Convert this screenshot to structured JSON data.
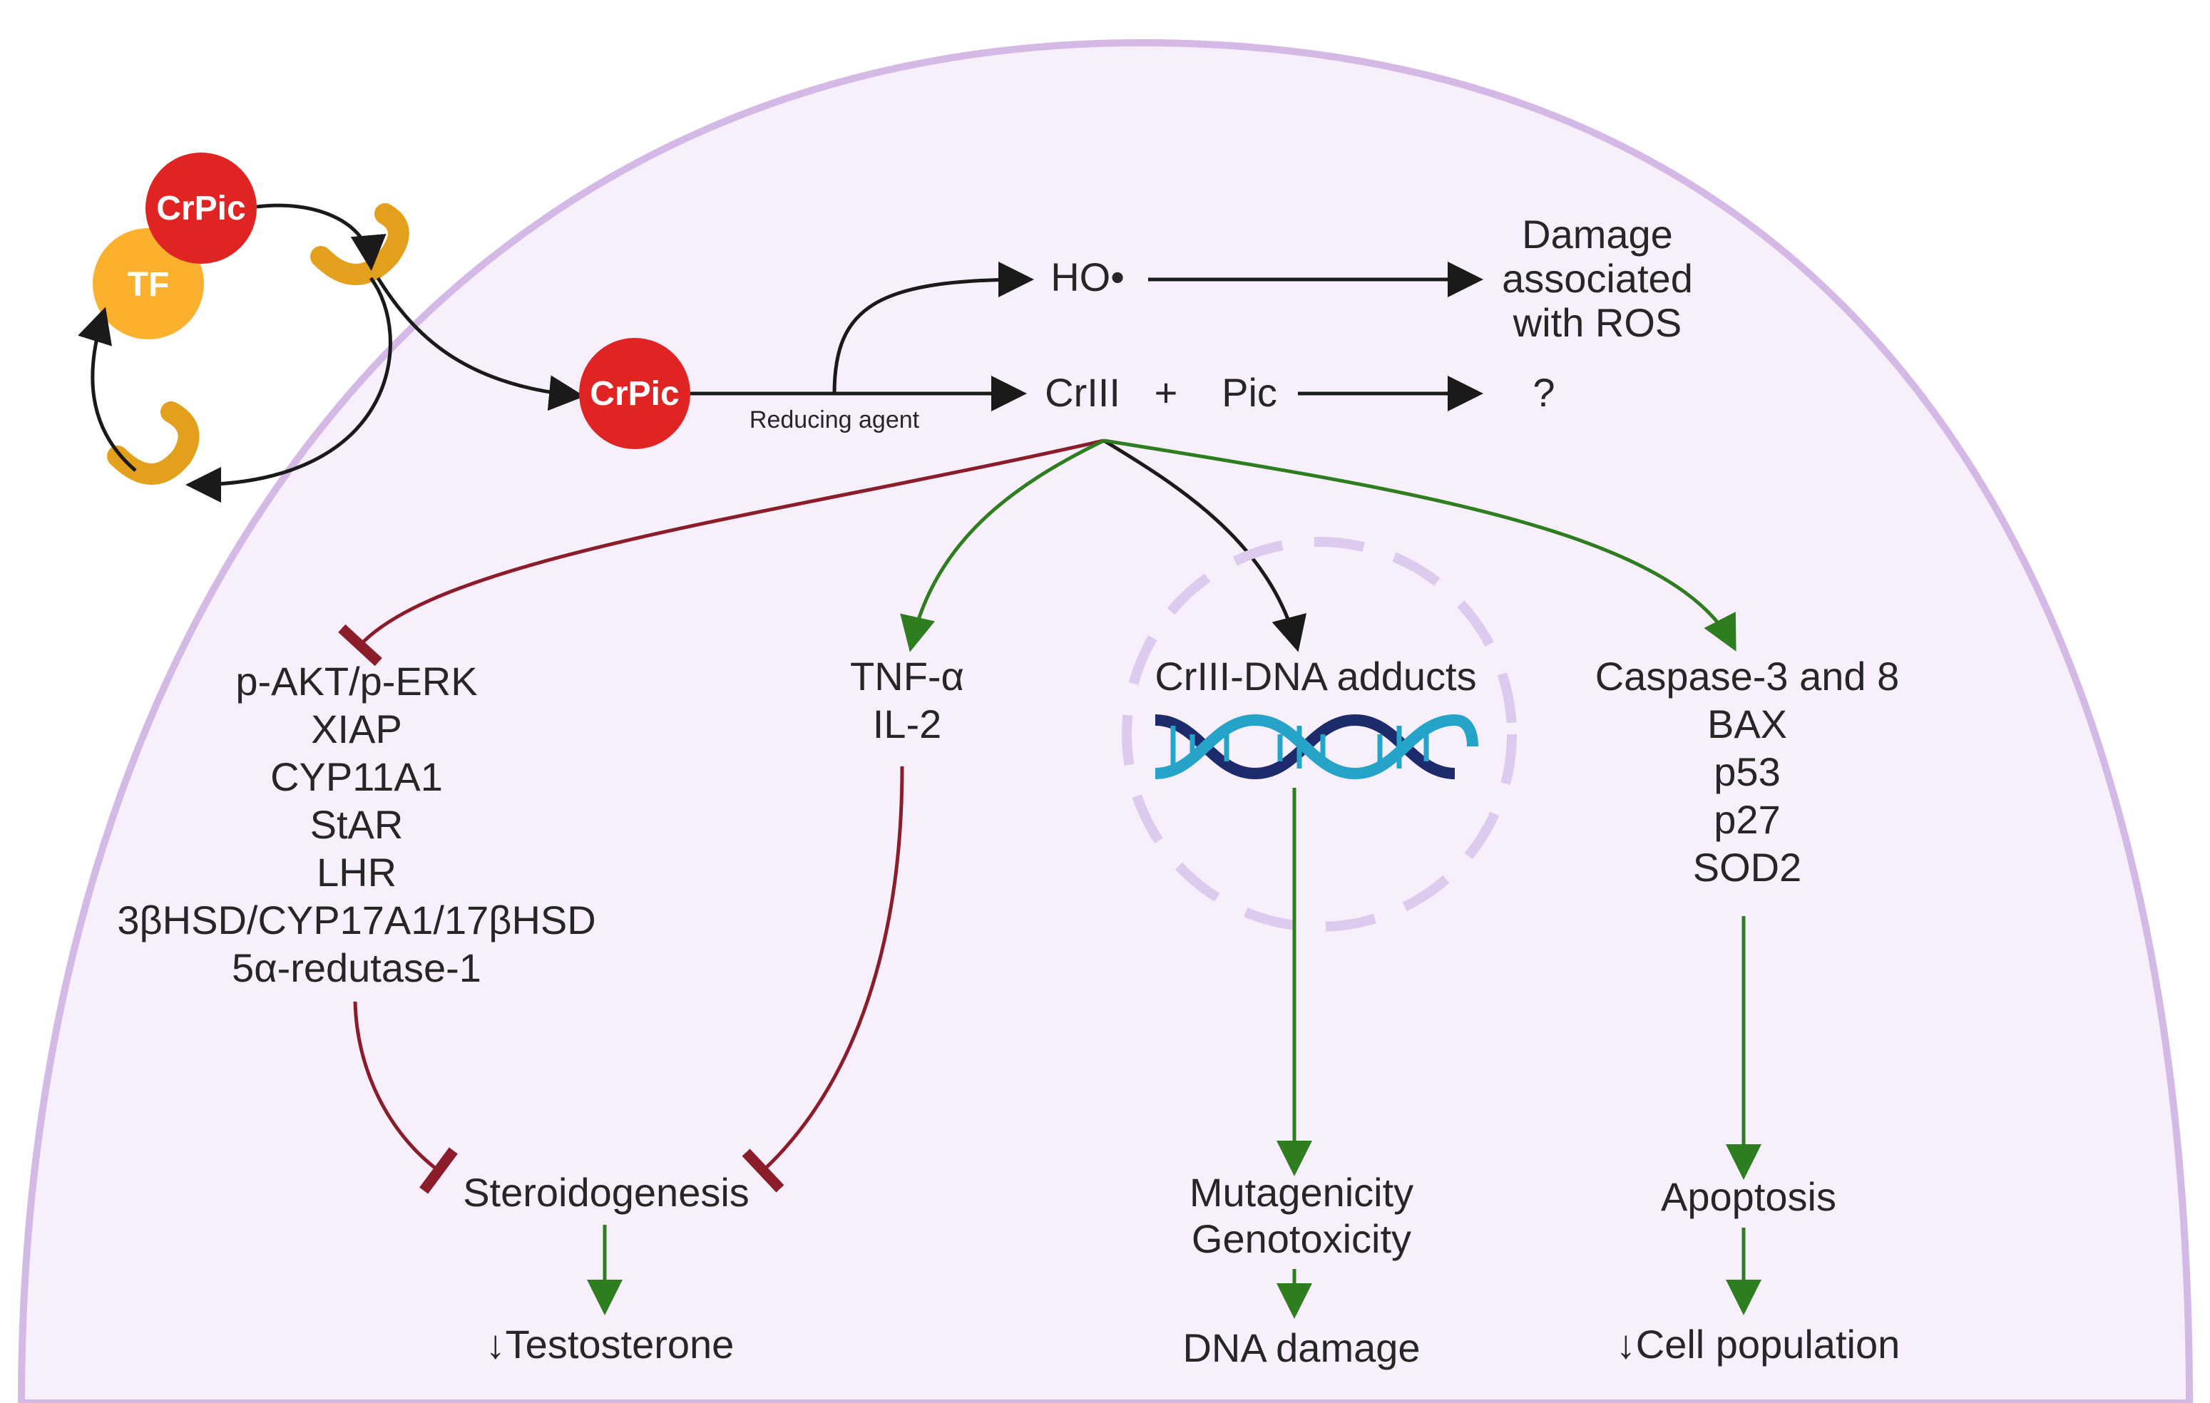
{
  "circles": {
    "crpic_top": "CrPic",
    "tf": "TF",
    "crpic_mid": "CrPic"
  },
  "top_pathway": {
    "reducing_agent": "Reducing agent",
    "ho": "HO•",
    "damage": [
      "Damage",
      "associated",
      "with ROS"
    ],
    "criii": "CrIII",
    "plus": "+",
    "pic": "Pic",
    "unknown": "?"
  },
  "branches": {
    "steroid_factors": [
      "p-AKT/p-ERK",
      "XIAP",
      "CYP11A1",
      "StAR",
      "LHR",
      "3βHSD/CYP17A1/17βHSD",
      "5α-redutase-1"
    ],
    "cytokines": [
      "TNF-α",
      "IL-2"
    ],
    "adducts": "CrIII-DNA adducts",
    "apoptosis_factors": [
      "Caspase-3 and 8",
      "BAX",
      "p53",
      "p27",
      "SOD2"
    ]
  },
  "outcomes": {
    "steroidogenesis": "Steroidogenesis",
    "testosterone": "↓Testosterone",
    "mutagenicity": "Mutagenicity",
    "genotoxicity": "Genotoxicity",
    "dna_damage": "DNA damage",
    "apoptosis": "Apoptosis",
    "cell_population": "↓Cell population"
  },
  "colors": {
    "cell_fill": "#f7f0fc",
    "cell_border": "#d4b8e6",
    "crpic": "#e02424",
    "tf": "#fbb02e",
    "receptor": "#e3a01c",
    "activation": "#2e7d1f",
    "inhibition": "#8b1d2b",
    "neutral": "#1a1a1a",
    "dna_dark": "#1d2a6b",
    "dna_light": "#25a3c8"
  }
}
